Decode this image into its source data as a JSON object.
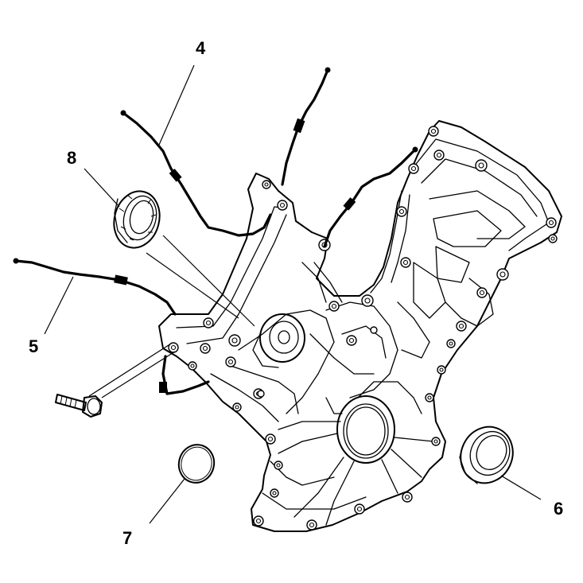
{
  "colors": {
    "ink": "#000000",
    "paper": "#ffffff"
  },
  "callouts": {
    "c4": "4",
    "c5": "5",
    "c6": "6",
    "c7": "7",
    "c8": "8"
  }
}
